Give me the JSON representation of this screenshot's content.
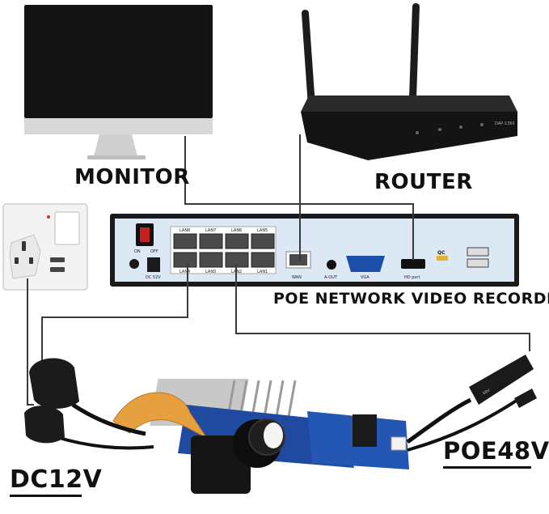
{
  "labels": {
    "monitor": "MONITOR",
    "router": "ROUTER",
    "nvr": "POE NETWORK VIDEO RECORDER",
    "dc12v": "DC12V",
    "poe48v": "POE48V"
  },
  "nvr_panel": {
    "lan_top": [
      "LAN8",
      "LAN7",
      "LAN6",
      "LAN5"
    ],
    "lan_bottom": [
      "LAN4",
      "LAN3",
      "LAN2",
      "LAN1"
    ],
    "switch_on": "ON",
    "switch_off": "OFF",
    "dc_port": "DC 52V",
    "wan": "WAN",
    "audio_out": "A-OUT",
    "vga": "VGA",
    "hdmi": "HD port",
    "qc_badge": "QC"
  },
  "router": {
    "model": "DAP-1360"
  },
  "cable": {
    "marking": "48V"
  },
  "colors": {
    "monitor_body": "#1a1a1a",
    "monitor_chin": "#d6d6d6",
    "nvr_face": "#dce8f4",
    "flex_cable": "#e6a040",
    "pcb_blue": "#1f4aa0",
    "heatsink": "#c8c8c8"
  }
}
